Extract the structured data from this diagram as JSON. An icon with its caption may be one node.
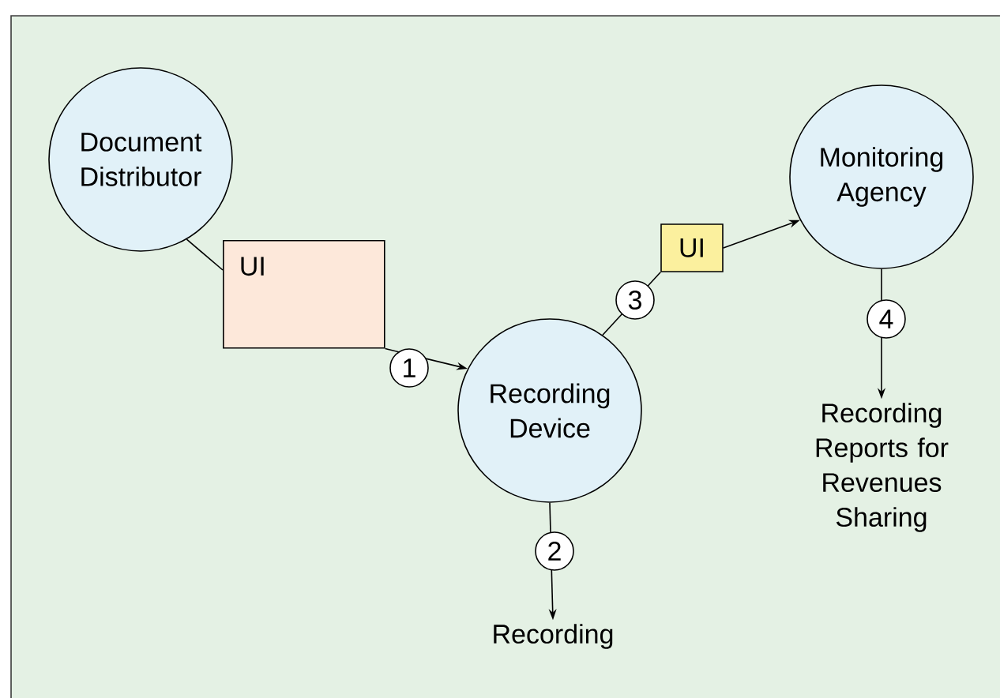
{
  "diagram": {
    "nodes": [
      {
        "text": [
          "Document Distributor"
        ]
      },
      {
        "text": [
          "UI"
        ]
      },
      {
        "text": [
          "Recording Device"
        ]
      },
      {
        "text": [
          "UI"
        ]
      },
      {
        "text": [
          "Monitoring Agency"
        ]
      },
      {
        "text": [
          "Recording"
        ]
      },
      {
        "text": [
          "Recording Reports for Revenues Sharing"
        ]
      }
    ],
    "edges": [
      {
        "from": 0,
        "to": 1,
        "arrow": "none"
      },
      {
        "from": 1,
        "to": 2,
        "arrow": "to",
        "label": "1"
      },
      {
        "from": 2,
        "to": 3,
        "arrow": "none",
        "label": "3"
      },
      {
        "from": 3,
        "to": 4,
        "arrow": "to"
      },
      {
        "from": 2,
        "to": 5,
        "arrow": "to",
        "label": "2"
      },
      {
        "from": 4,
        "to": 6,
        "arrow": "to",
        "label": "4"
      }
    ]
  }
}
